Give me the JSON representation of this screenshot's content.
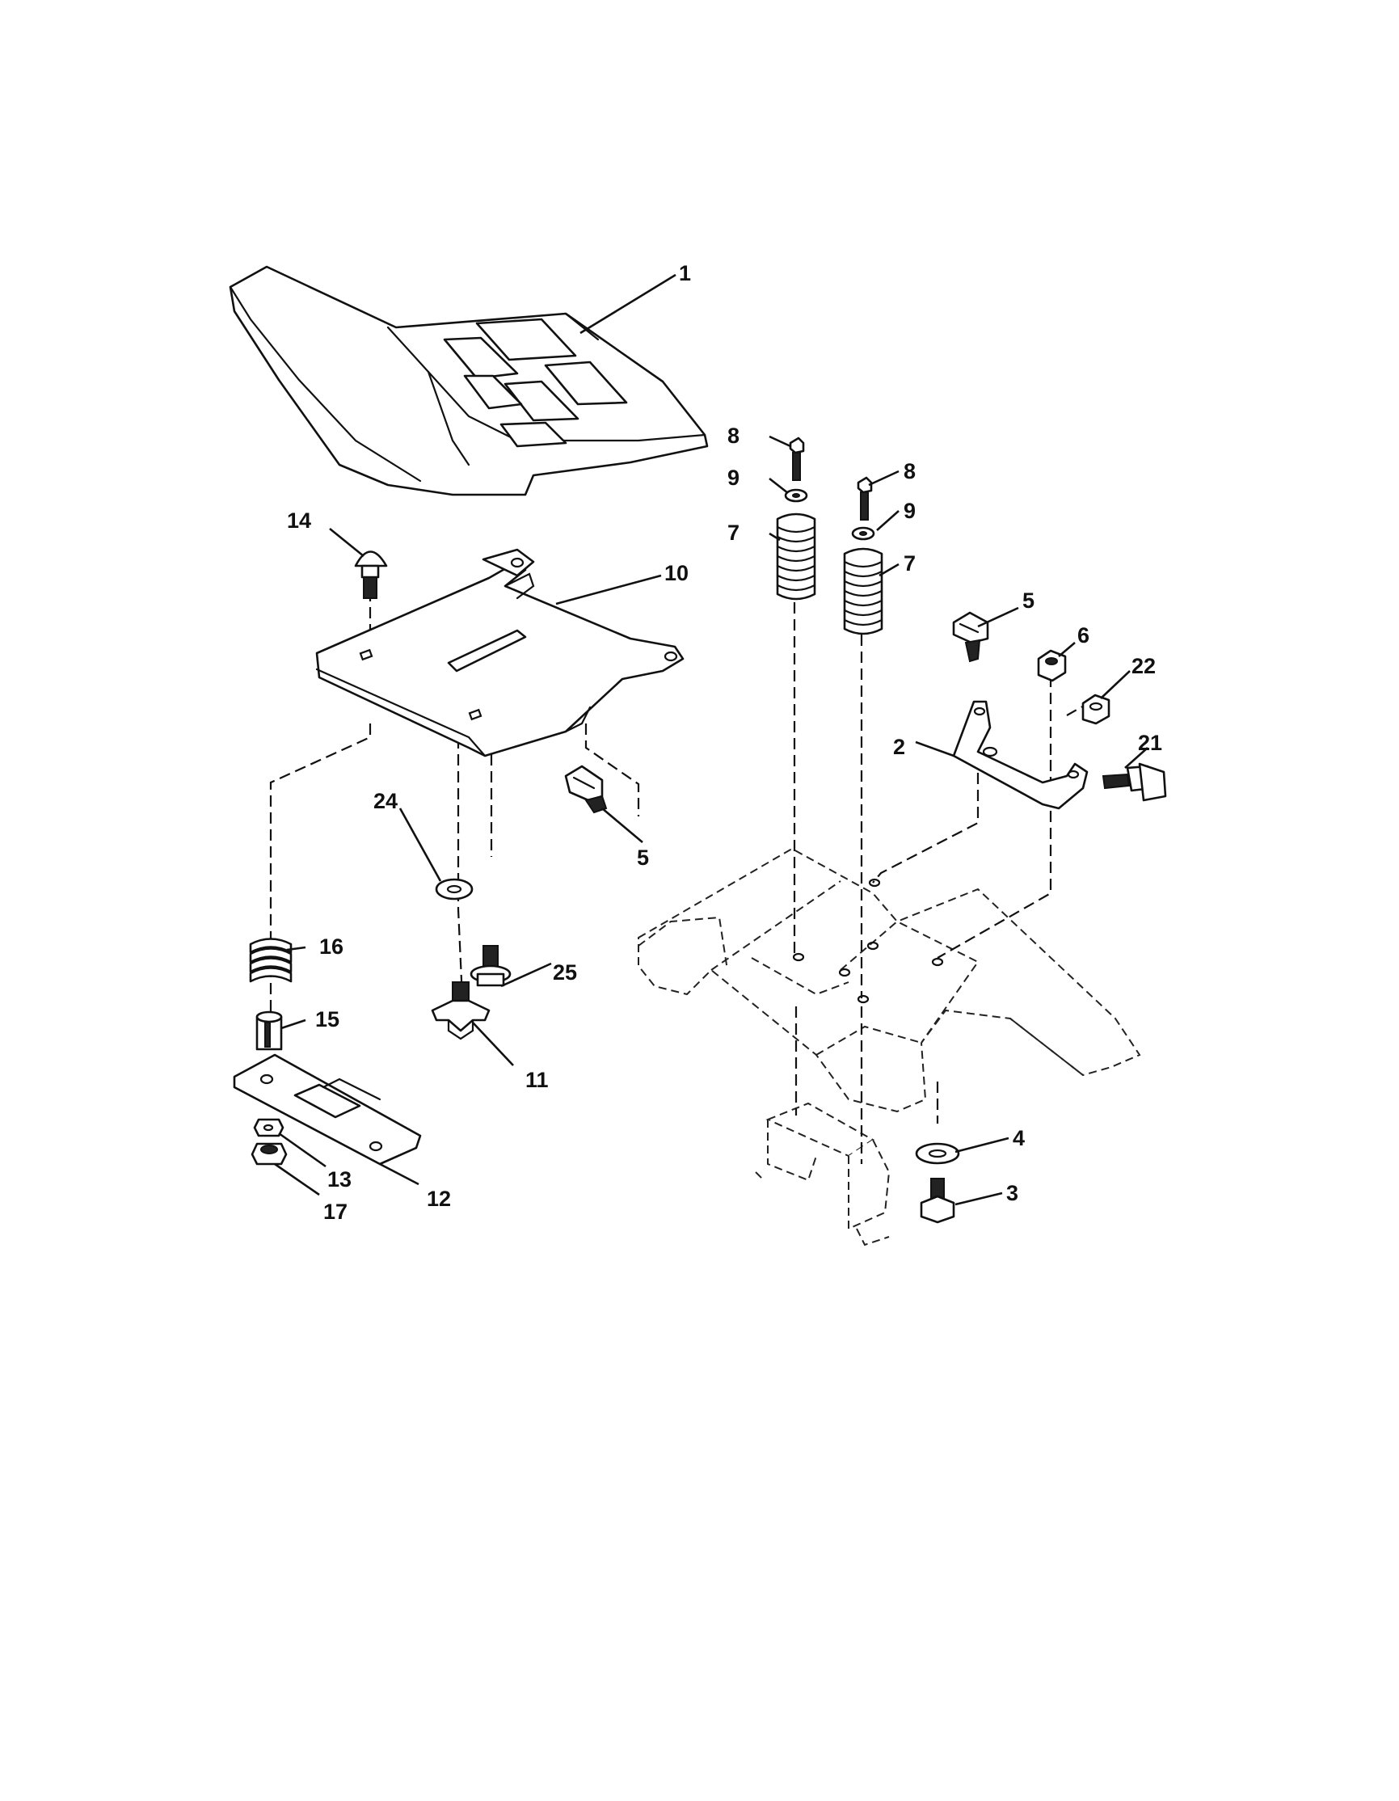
{
  "callouts": [
    {
      "id": "c1",
      "label": "1"
    },
    {
      "id": "c2",
      "label": "2"
    },
    {
      "id": "c3",
      "label": "3"
    },
    {
      "id": "c4",
      "label": "4"
    },
    {
      "id": "c5a",
      "label": "5"
    },
    {
      "id": "c5b",
      "label": "5"
    },
    {
      "id": "c6",
      "label": "6"
    },
    {
      "id": "c7a",
      "label": "7"
    },
    {
      "id": "c7b",
      "label": "7"
    },
    {
      "id": "c8a",
      "label": "8"
    },
    {
      "id": "c8b",
      "label": "8"
    },
    {
      "id": "c9a",
      "label": "9"
    },
    {
      "id": "c9b",
      "label": "9"
    },
    {
      "id": "c10",
      "label": "10"
    },
    {
      "id": "c11",
      "label": "11"
    },
    {
      "id": "c12",
      "label": "12"
    },
    {
      "id": "c13",
      "label": "13"
    },
    {
      "id": "c14",
      "label": "14"
    },
    {
      "id": "c15",
      "label": "15"
    },
    {
      "id": "c16",
      "label": "16"
    },
    {
      "id": "c17",
      "label": "17"
    },
    {
      "id": "c21",
      "label": "21"
    },
    {
      "id": "c22",
      "label": "22"
    },
    {
      "id": "c24",
      "label": "24"
    },
    {
      "id": "c25",
      "label": "25"
    }
  ]
}
